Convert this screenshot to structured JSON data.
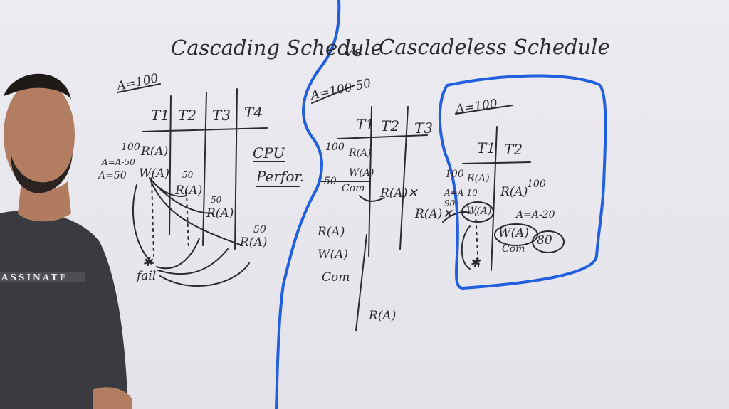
{
  "board": {
    "title_left": "Cascading Schedule",
    "title_vs": "Vs",
    "title_right": "Cascadeless Schedule"
  },
  "cascading": {
    "initial_value": "A=100",
    "headers": [
      "T1",
      "T2",
      "T3",
      "T4"
    ],
    "t1_ops": [
      "100",
      "R(A)",
      "A=A-50",
      "A=50",
      "W(A)"
    ],
    "t2_ops": [
      "50",
      "R(A)"
    ],
    "t3_ops": [
      "50",
      "R(A)"
    ],
    "t4_ops": [
      "50",
      "R(A)"
    ],
    "fail_label": "fail",
    "side_notes": [
      "CPU",
      "Perfor."
    ]
  },
  "cascadeless_example": {
    "initial_value": "A=100 50",
    "headers": [
      "T1",
      "T2",
      "T3"
    ],
    "t1_ops": [
      "100",
      "R(A)",
      "W(A)",
      "50",
      "Com"
    ],
    "t2_ops": [
      "R(A)",
      "R(A)",
      "W(A)",
      "Com",
      "R(A)"
    ],
    "t3_ops": [
      "R(A)",
      "R(A)"
    ]
  },
  "boxed_example": {
    "initial_value": "A=100",
    "headers": [
      "T1",
      "T2"
    ],
    "t1_ops": [
      "100",
      "R(A)",
      "A=A-10",
      "90",
      "W(A)"
    ],
    "t2_ops": [
      "100",
      "R(A)",
      "A=A-20",
      "W(A)",
      "80",
      "Com"
    ]
  },
  "colors": {
    "board": "#e9e8ee",
    "ink": "#2b2b2f",
    "highlight": "#1f5fe0",
    "shirt": "#3a3b40"
  }
}
